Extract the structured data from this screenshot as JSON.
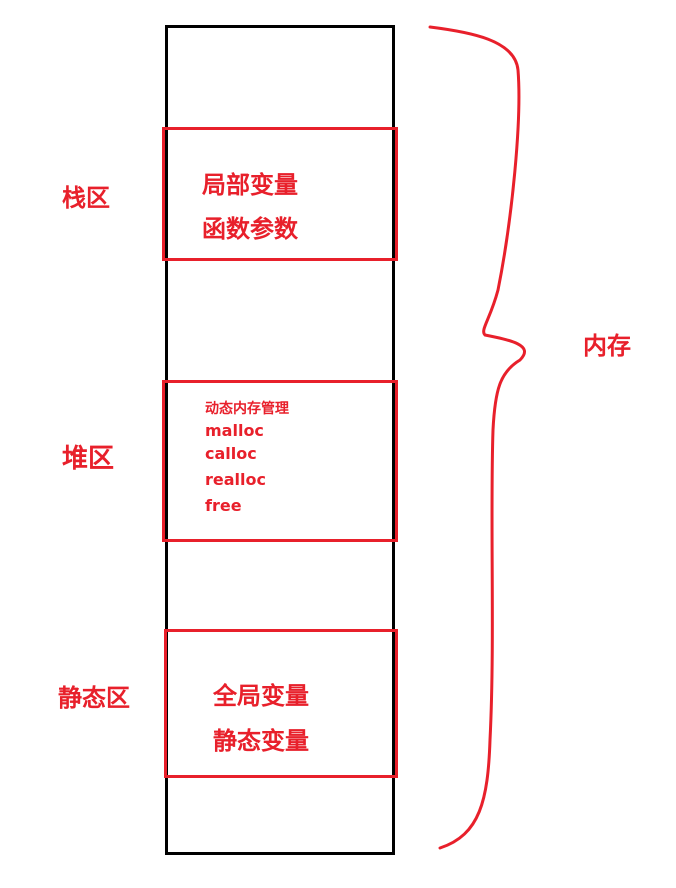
{
  "labels": {
    "stack": "栈区",
    "heap": "堆区",
    "static": "静态区",
    "memory": "内存"
  },
  "stack_region": {
    "lines": [
      "局部变量",
      "函数参数"
    ]
  },
  "heap_region": {
    "lines": [
      "动态内存管理",
      "malloc",
      "calloc",
      "realloc",
      "free"
    ]
  },
  "static_region": {
    "lines": [
      "全局变量",
      "静态变量"
    ]
  },
  "colors": {
    "accent": "#e8202b",
    "outline": "#000000"
  }
}
